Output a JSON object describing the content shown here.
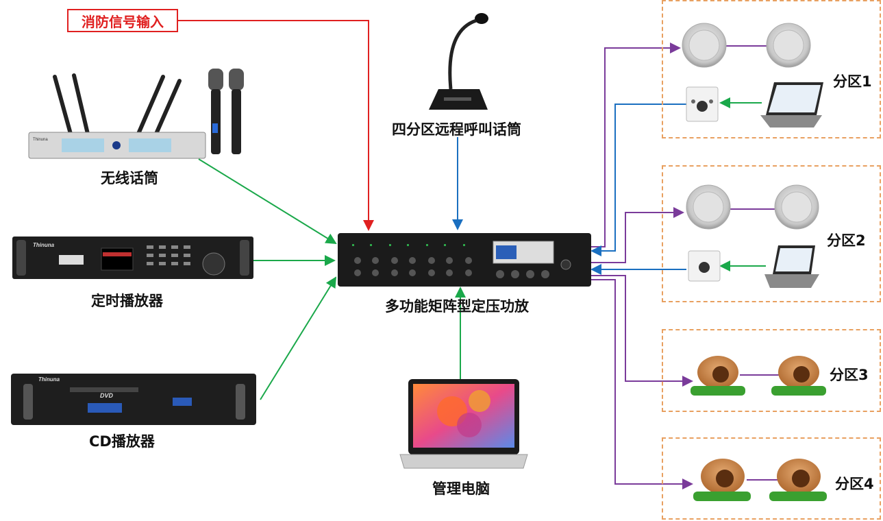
{
  "fire_input": "消防信号输入",
  "labels": {
    "wireless_mic": "无线话筒",
    "timer_player": "定时播放器",
    "cd_player": "CD播放器",
    "paging_mic": "四分区远程呼叫话筒",
    "amplifier": "多功能矩阵型定压功放",
    "computer": "管理电脑"
  },
  "zones": [
    "分区1",
    "分区2",
    "分区3",
    "分区4"
  ],
  "device_text": {
    "brand": "Thinuna",
    "dvd": "DVD"
  },
  "colors": {
    "fire": "#e02020",
    "audio_in": "#1aa84a",
    "control": "#1a6fc0",
    "speaker_out": "#7a3b9a",
    "zone_border": "#e8a060"
  }
}
